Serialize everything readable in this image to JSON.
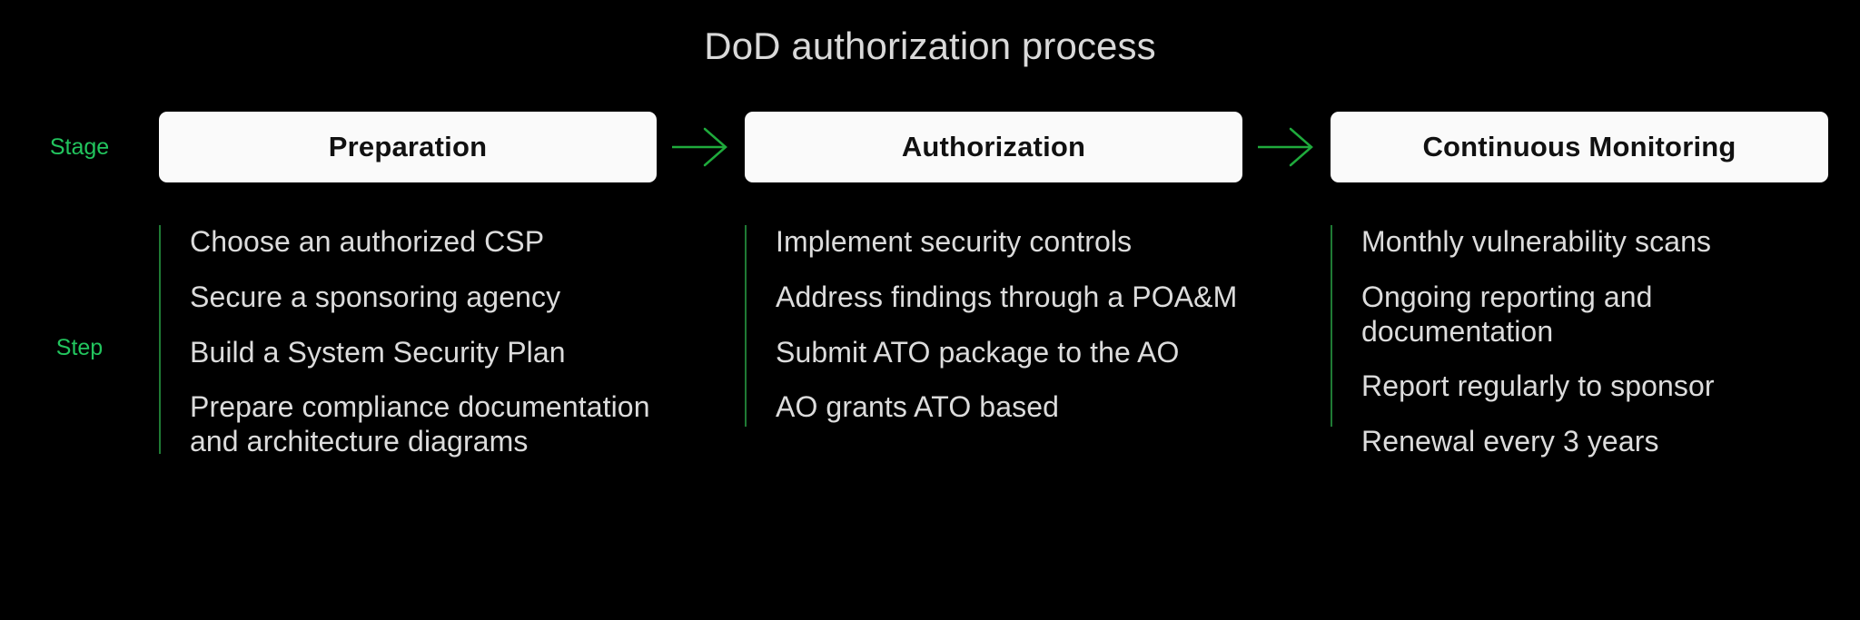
{
  "title": "DoD authorization process",
  "row_labels": {
    "stage": "Stage",
    "step": "Step"
  },
  "colors": {
    "background": "#000000",
    "accent_green": "#22c55e",
    "rule_green": "#1f7a34",
    "stage_box_bg": "#fafafa",
    "stage_box_text": "#111111",
    "body_text": "#dcdcdc",
    "title_text": "#d9d9d9"
  },
  "arrows": [
    {
      "name": "arrow-stage-1-to-2"
    },
    {
      "name": "arrow-stage-2-to-3"
    }
  ],
  "columns": [
    {
      "stage": "Preparation",
      "steps": [
        "Choose an authorized CSP",
        "Secure a sponsoring agency",
        "Build a System Security Plan",
        "Prepare compliance documentation and architecture diagrams"
      ]
    },
    {
      "stage": "Authorization",
      "steps": [
        "Implement security controls",
        "Address findings through a POA&M",
        "Submit ATO package to the AO",
        "AO grants ATO based"
      ]
    },
    {
      "stage": "Continuous Monitoring",
      "steps": [
        "Monthly vulnerability scans",
        "Ongoing reporting and documentation",
        "Report regularly to sponsor",
        "Renewal every 3 years"
      ]
    }
  ]
}
